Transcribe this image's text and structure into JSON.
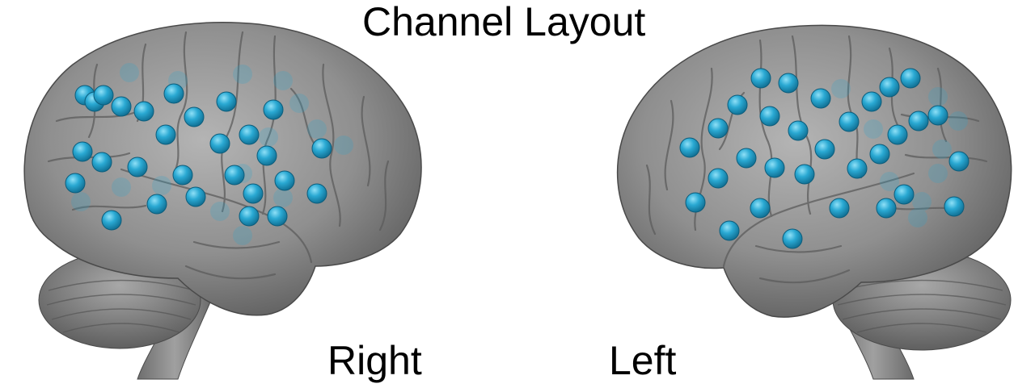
{
  "title": "Channel Layout",
  "hemispheres": {
    "right": {
      "label": "Right"
    },
    "left": {
      "label": "Left"
    }
  },
  "colors": {
    "background": "#ffffff",
    "cortex": "#8d8d8d",
    "channel": "#29a6cf"
  }
}
